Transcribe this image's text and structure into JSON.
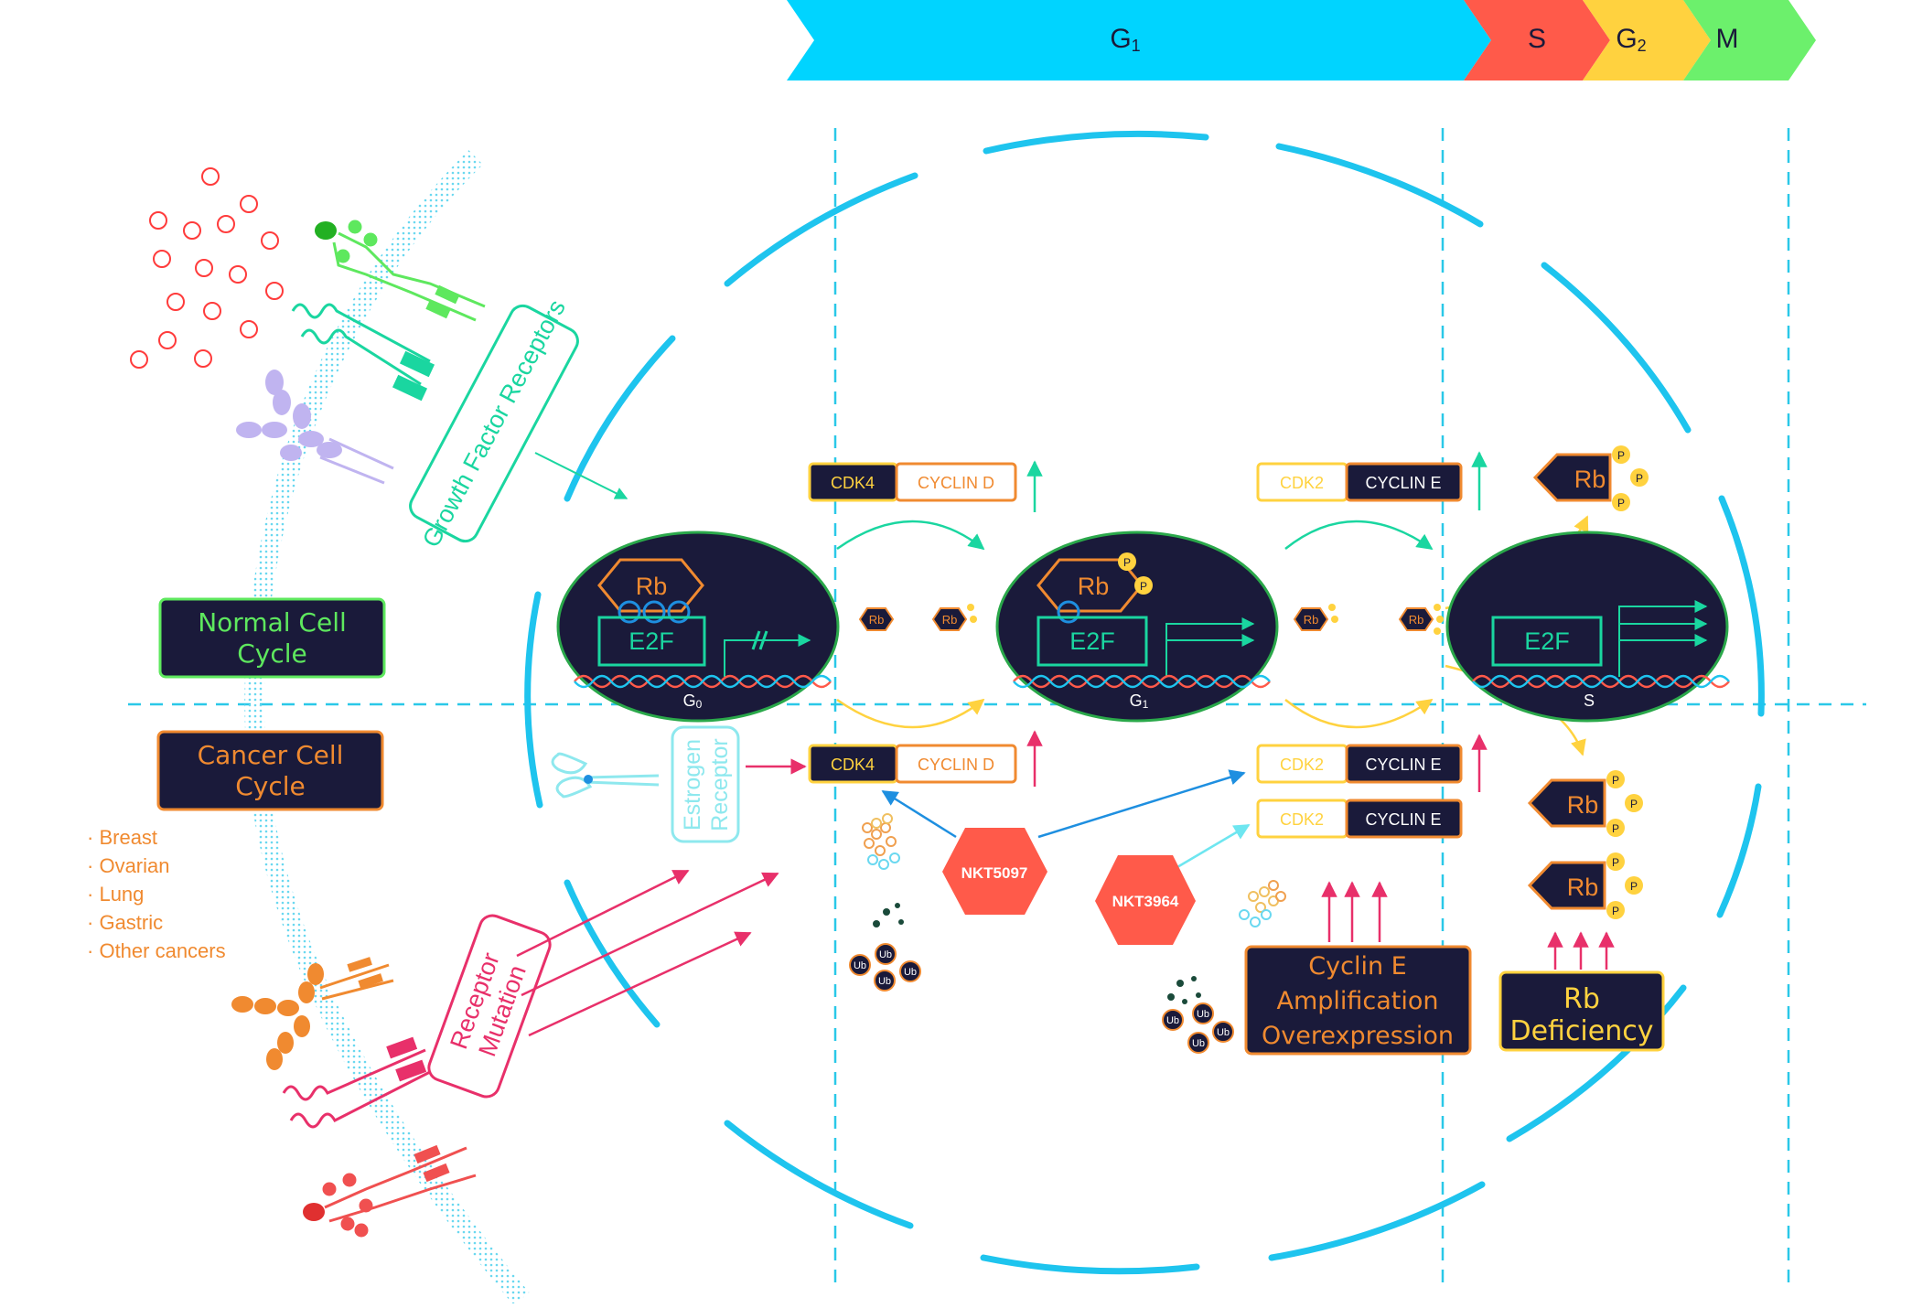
{
  "phase_bar": {
    "phases": [
      {
        "label": "G",
        "sub": "1",
        "color": "#00d4ff"
      },
      {
        "label": "S",
        "sub": "",
        "color": "#ff5a4a"
      },
      {
        "label": "G",
        "sub": "2",
        "color": "#ffd23f"
      },
      {
        "label": "M",
        "sub": "",
        "color": "#6cf06c"
      }
    ]
  },
  "legend": {
    "normal": "Normal Cell Cycle",
    "cancer": "Cancer Cell Cycle",
    "cancers": [
      "Breast",
      "Ovarian",
      "Lung",
      "Gastric",
      "Other cancers"
    ]
  },
  "receptors": {
    "growth_factor": "Growth Factor Receptors",
    "estrogen": "Estrogen Receptor",
    "mutation": "Receptor Mutation"
  },
  "complexes": {
    "cdk4": "CDK4",
    "cyclin_d": "CYCLIN D",
    "cdk2": "CDK2",
    "cyclin_e": "CYCLIN E"
  },
  "cells": {
    "rb": "Rb",
    "e2f": "E2F",
    "p": "P",
    "g0": {
      "label": "G",
      "sub": "0"
    },
    "g1": {
      "label": "G",
      "sub": "1"
    },
    "s": {
      "label": "S"
    }
  },
  "drugs": {
    "nkt5097": "NKT5097",
    "nkt3964": "NKT3964"
  },
  "ub": "Ub",
  "amplification": [
    "Cyclin E",
    "Amplification",
    "Overexpression"
  ],
  "rb_deficiency": [
    "Rb",
    "Deficiency"
  ],
  "colors": {
    "cyan": "#00c8f0",
    "teal": "#1ad6a0",
    "green": "#5ee85e",
    "orange": "#f08a30",
    "yellow": "#ffd23f",
    "pink": "#e8306a",
    "navy": "#1a1a3a",
    "red": "#ff5a4a",
    "blue": "#1e8fe0"
  }
}
